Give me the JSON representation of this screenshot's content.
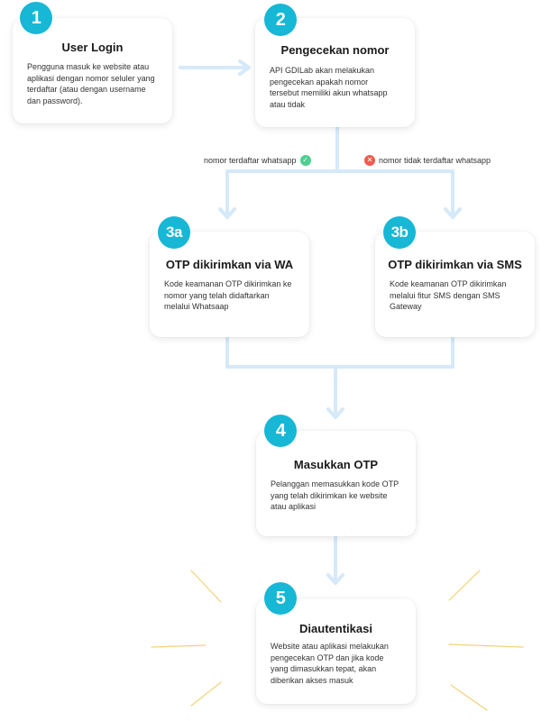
{
  "steps": {
    "s1": {
      "badge": "1",
      "title": "User Login",
      "desc_lines": [
        "Pengguna masuk ke website atau",
        "aplikasi dengan nomor seluler yang",
        "terdaftar (atau dengan username",
        "dan password)."
      ]
    },
    "s2": {
      "badge": "2",
      "title": "Pengecekan nomor",
      "desc_lines": [
        "API GDILab akan melakukan",
        "pengecekan apakah nomor",
        "tersebut memiliki akun whatsapp",
        "atau tidak"
      ]
    },
    "s3a": {
      "badge": "3a",
      "title": "OTP dikirimkan via WA",
      "desc_lines": [
        "Kode keamanan OTP dikirimkan ke",
        "nomor yang telah didaftarkan",
        "melalui Whatsaap"
      ]
    },
    "s3b": {
      "badge": "3b",
      "title": "OTP dikirimkan via SMS",
      "desc_lines": [
        "Kode keamanan OTP dikirimkan",
        "melalui fitur SMS dengan SMS",
        "Gateway"
      ]
    },
    "s4": {
      "badge": "4",
      "title": "Masukkan OTP",
      "desc_lines": [
        "Pelanggan memasukkan kode OTP",
        "yang telah dikirimkan ke website",
        "atau aplikasi"
      ]
    },
    "s5": {
      "badge": "5",
      "title": "Diautentikasi",
      "desc_lines": [
        "Website atau aplikasi melakukan",
        "pengecekan OTP dan jika kode",
        "yang dimasukkan tepat, akan",
        "diberikan akses masuk"
      ]
    }
  },
  "branches": {
    "registered": {
      "label": "nomor terdaftar whatsapp",
      "icon": "check-icon"
    },
    "not_registered": {
      "label": "nomor tidak terdaftar whatsapp",
      "icon": "cross-icon"
    }
  },
  "colors": {
    "badge": "#17b7d6",
    "connector": "#d6e9f8",
    "check": "#4ccf8f",
    "cross": "#f05a4f",
    "rays": "#f3d27a"
  }
}
